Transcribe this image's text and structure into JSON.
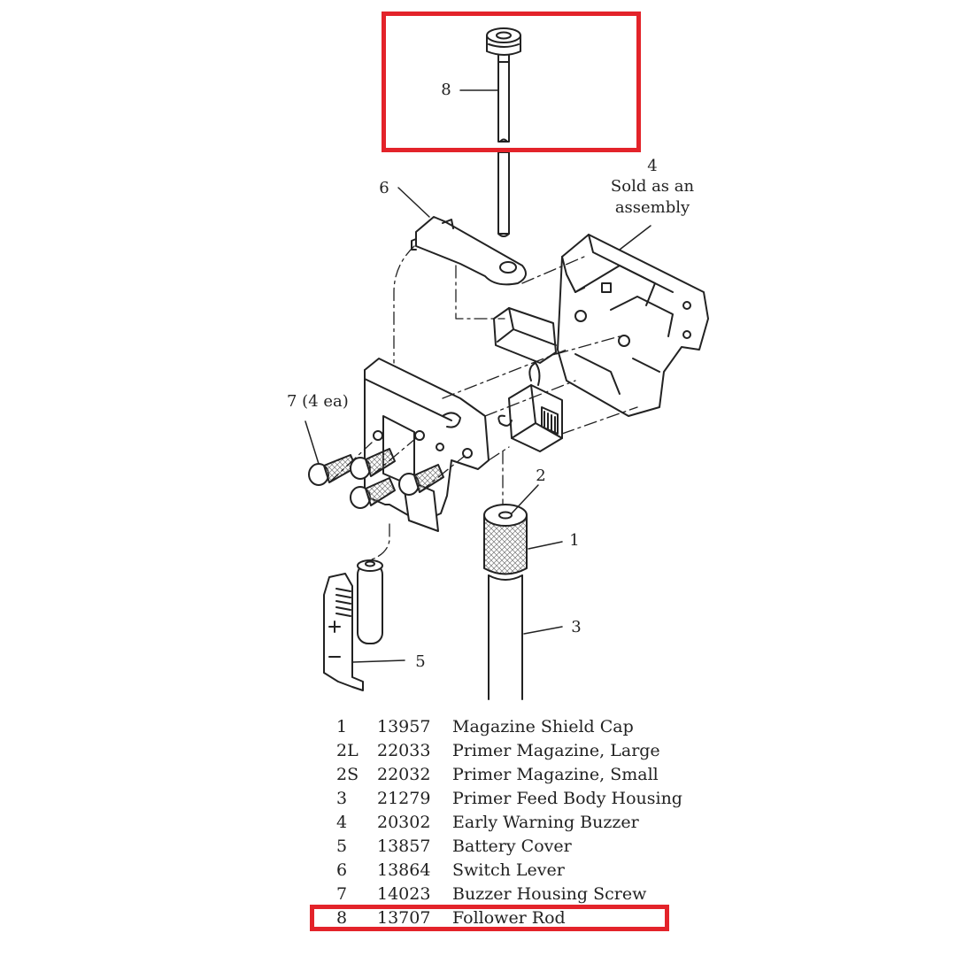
{
  "highlight_color": "#e3232a",
  "callouts": {
    "c1": "1",
    "c2": "2",
    "c3": "3",
    "c4_num": "4",
    "c4_text1": "Sold as an",
    "c4_text2": "assembly",
    "c5": "5",
    "c6": "6",
    "c7": "7 (4 ea)",
    "c8": "8"
  },
  "parts": [
    {
      "no": "1",
      "part": "13957",
      "desc": "Magazine Shield Cap"
    },
    {
      "no": "2L",
      "part": "22033",
      "desc": "Primer Magazine, Large"
    },
    {
      "no": "2S",
      "part": "22032",
      "desc": "Primer Magazine, Small"
    },
    {
      "no": "3",
      "part": "21279",
      "desc": "Primer Feed Body Housing"
    },
    {
      "no": "4",
      "part": "20302",
      "desc": "Early Warning Buzzer"
    },
    {
      "no": "5",
      "part": "13857",
      "desc": "Battery Cover"
    },
    {
      "no": "6",
      "part": "13864",
      "desc": "Switch Lever"
    },
    {
      "no": "7",
      "part": "14023",
      "desc": "Buzzer Housing Screw"
    },
    {
      "no": "8",
      "part": "13707",
      "desc": "Follower Rod"
    }
  ]
}
